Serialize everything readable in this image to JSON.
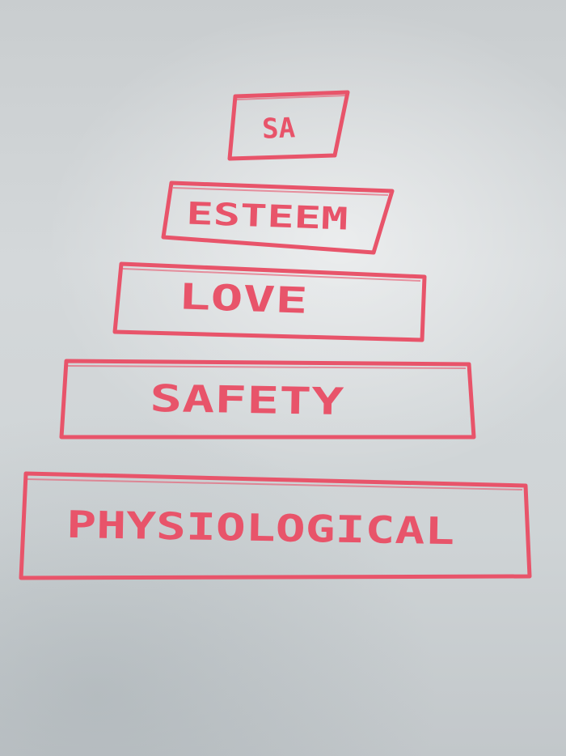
{
  "diagram": {
    "marker_color": "#e8546a",
    "levels": [
      {
        "label": "SA"
      },
      {
        "label": "ESTEEM"
      },
      {
        "label": "LOVE"
      },
      {
        "label": "SAFETY"
      },
      {
        "label": "PHYSIOLOGICAL"
      }
    ]
  }
}
